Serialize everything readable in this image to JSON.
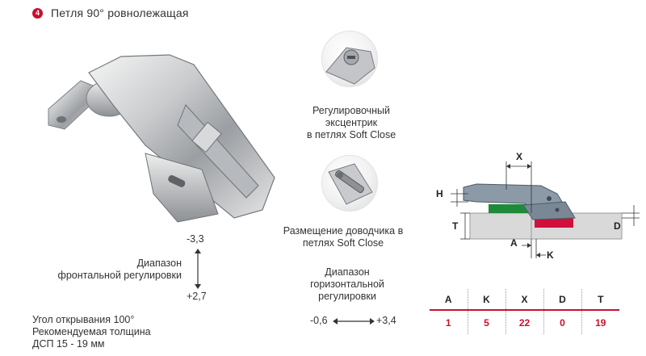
{
  "header": {
    "badge": "4",
    "title": "Петля 90°  ровнолежащая"
  },
  "detail1": {
    "caption_lines": [
      "Регулировочный",
      "эксцентрик",
      "в петлях Soft Close"
    ]
  },
  "detail2": {
    "caption_lines": [
      "Размещение доводчика в",
      "петлях Soft Close"
    ]
  },
  "frontal_adjust": {
    "label_lines": [
      "Диапазон",
      "фронтальной регулировки"
    ],
    "top_value": "-3,3",
    "bottom_value": "+2,7"
  },
  "horizontal_adjust": {
    "label_lines": [
      "Диапазон",
      "горизонтальной",
      "регулировки"
    ],
    "left_value": "-0,6",
    "right_value": "+3,4"
  },
  "info": {
    "lines": [
      "Угол открывания 100°",
      "Рекомендуемая толщина",
      "ДСП 15 - 19 мм"
    ]
  },
  "diagram": {
    "labels": {
      "x": "X",
      "h": "H",
      "t": "T",
      "a": "A",
      "k": "K",
      "d": "D"
    }
  },
  "specs": {
    "headers": [
      "A",
      "K",
      "X",
      "D",
      "T"
    ],
    "values": [
      "1",
      "5",
      "22",
      "0",
      "19"
    ]
  },
  "colors": {
    "accent": "#c8102e",
    "board": "#d9d9d9",
    "marker": "#1f8a3a"
  }
}
